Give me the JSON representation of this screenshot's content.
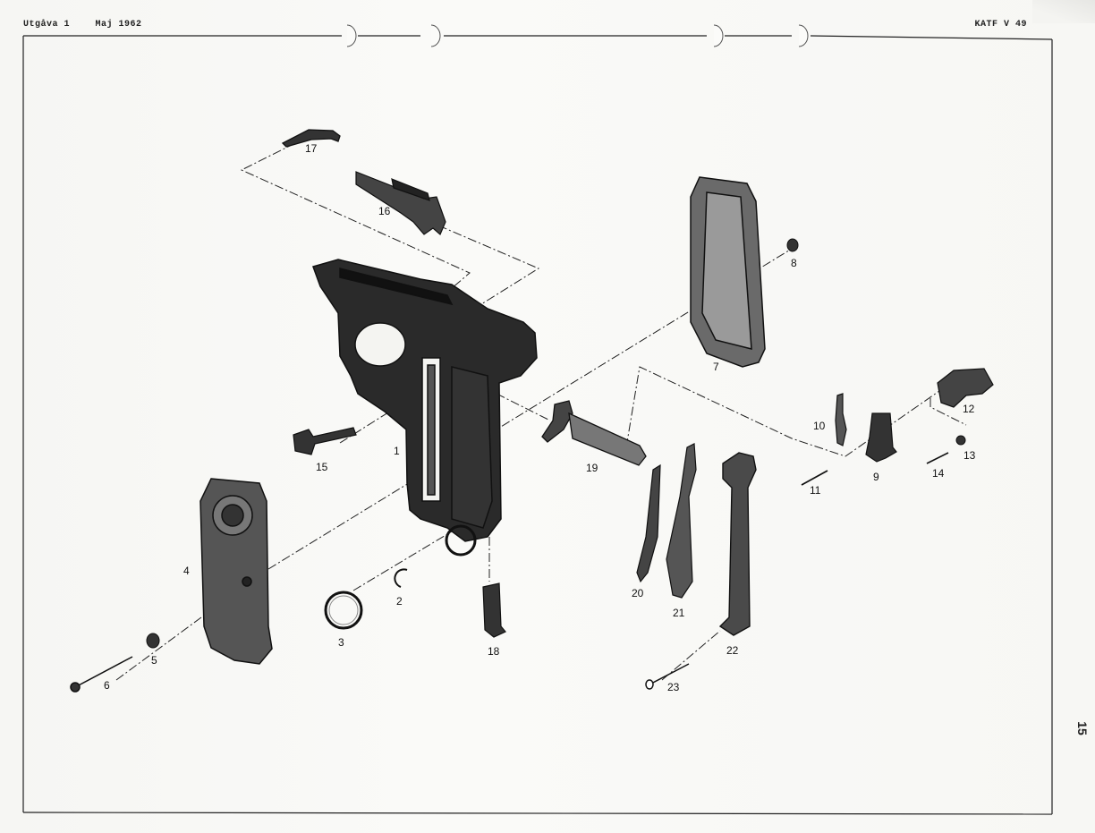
{
  "header": {
    "edition": "Utgåva 1",
    "date": "Maj 1962",
    "doc_code": "KATF V 49"
  },
  "page_number": "15",
  "part_labels": [
    "1",
    "2",
    "3",
    "4",
    "5",
    "6",
    "7",
    "8",
    "9",
    "10",
    "11",
    "12",
    "13",
    "14",
    "15",
    "16",
    "17",
    "18",
    "19",
    "20",
    "21",
    "22",
    "23"
  ]
}
